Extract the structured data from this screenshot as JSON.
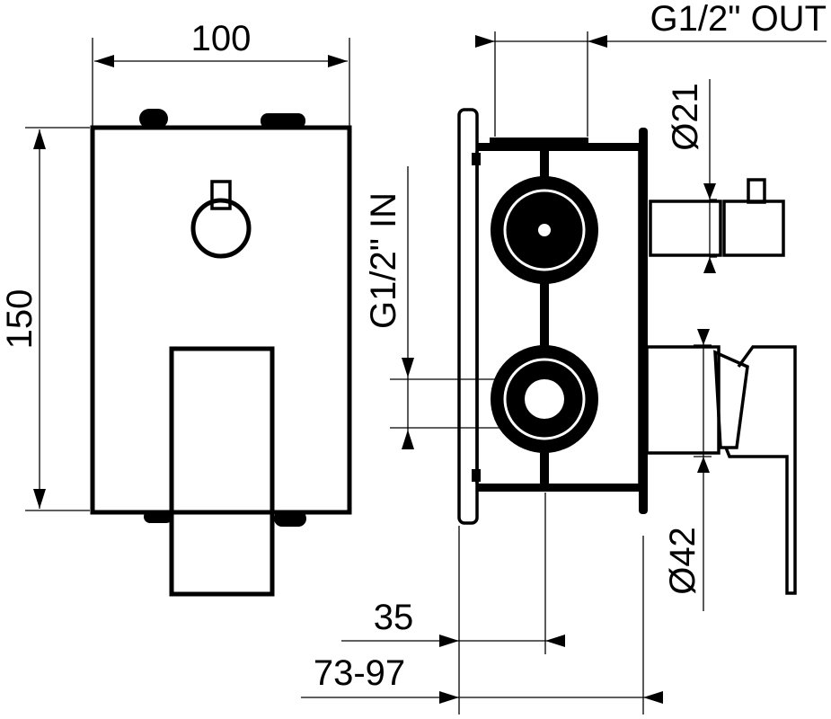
{
  "labels": {
    "width": "100",
    "height": "150",
    "outlet": "G1/2\" OUT",
    "inlet": "G1/2\" IN",
    "diameter_small": "Ø21",
    "diameter_large": "Ø42",
    "offset": "35",
    "depth_range": "73-97"
  },
  "colors": {
    "line": "#000000",
    "background": "#ffffff"
  }
}
